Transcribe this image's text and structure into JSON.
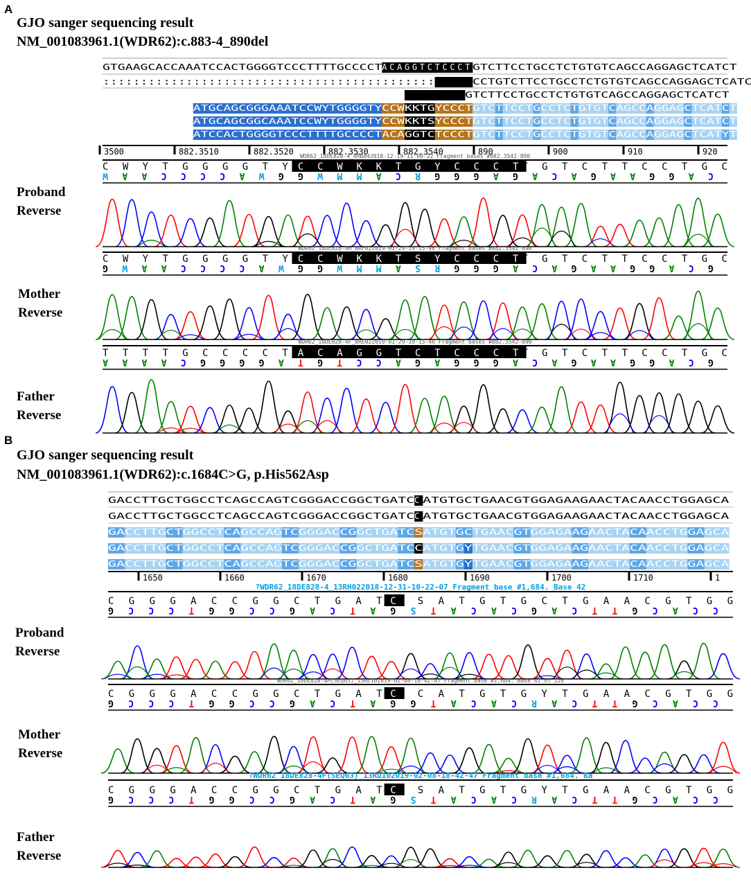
{
  "colors": {
    "A": "#008000",
    "C": "#0000ff",
    "G": "#000000",
    "T": "#ff0000",
    "ambig": "#00a0e0",
    "bar": "#000000",
    "hl_dark": "#2c6fcf",
    "hl_mid": "#5da7e8",
    "hl_light": "#a9d3f2",
    "hl_brown": "#b8741a",
    "hl_black": "#000000"
  },
  "panelA": {
    "letter": "A",
    "title_line1": "GJO sanger sequencing result",
    "title_line2": "NM_001083961.1(WDR62):c.883-4_890del",
    "alignment": {
      "rows": [
        "GTGAAGCACCAAATCCACTGGGGTCCCTTTTGCCCCTACAGGTCTCCCTGTCTTCCTGCCTCTGTGTCAGCCAGGAGCTCATCT",
        "::::::::::::::::::::::::::::::::::::::::::::GTCTCCCTGTCTTCCTGCCTCTGTGTCAGCCAGGAGCTCATCT",
        "GTCTCCCTGTCTTCCTGCCTCTGTGTCAGCCAGGAGCTCATCT",
        "ATGCAGCGGGAAATCCWYTGGGGTYCCWKKTGYCCCTGTCTTCCTGCCTCTGTGTCAGCCAGGAGCTCATCT",
        "ATGCAGCGGCAAATCCWYTGGGGTYCCWKKTSYCCCTGTCTTCCTGCCTCTGTGTCAGCCAGGAGCTCATCT",
        "ATCCACTGGGGTCCCTTTTGCCCCTACAGGTCTCCCTGTCTTCCTGCCTCTGTGTCAGCCAGGAGCTCATYT"
      ],
      "ruler": [
        "3500",
        "882.3510",
        "882.3520",
        "882.3530",
        "882.3540",
        "890",
        "900",
        "910",
        "920"
      ]
    },
    "tracks": [
      {
        "label1": "Proband",
        "label2": "Reverse",
        "header": "WDR62_18DE828-4_8RB042018-12-19-11-00-22 Fragment bases #882.3542-890",
        "bases": "CWYTGGGGTYCCWKKTGYCCCTGTCTTCCTGC",
        "revcomp": "WAACCCCAWGGWMMACRGGGAGACAGAAGGACG"
      },
      {
        "label1": "Mother",
        "label2": "Reverse",
        "header": "WDR62_18DE828-4M_8RF022019-01-29-19-15-46 Fragment bases #882.3542-890",
        "bases": "CWYTGGGGTYCCWKKTSYCCCTGTCTTCCTGC",
        "revcomp": "GWAACCCCAWGGWMMASRGGGACAGAAGGACG"
      },
      {
        "label1": "Father",
        "label2": "Reverse",
        "header": "WDR62_18DE828-4F_8RE022019-01-29-19-15-46 Fragment bases #882.3542-890",
        "bases": "TTTTGCCCCTACAGGTCTCCCTGTCTTCCTGC",
        "revcomp": "AAAACGGGGATGTCCAGAGGGACAGAAGGACG"
      }
    ]
  },
  "panelB": {
    "letter": "B",
    "title_line1": "GJO sanger sequencing result",
    "title_line2": "NM_001083961.1(WDR62):c.1684C>G, p.His562Asp",
    "alignment": {
      "rows": [
        "GACCTTGCTGGCCTCAGCCAGTCGGGACCGGCTGATCCATGTGCTGAACGTGGAGAAGAACTACAACCTGGAGCA",
        "GACCTTGCTGGCCTCAGCCAGTCGGGACCGGCTGATCCATGTGCTGAACGTGGAGAAGAACTACAACCTGGAGCA",
        "GACCTTGCTGGCCTCAGCCAGTCGGGACCGGCTGATCSATGTGCTGAACGTGGAGAAGAACTACAACCTGGAGCA",
        "GACCTTGCTGGCCTCAGCCAGTCGGGACCGGCTGATCCATGTGYTGAACGTGGAGAAGAACTACAACCTGGAGCA",
        "GACCTTGCTGGCCTCAGCCAGTCGGGACCGGCTGATCSATGTGYTGAACGTGGAGAAGAACTACAACCTGGAGCA"
      ],
      "ruler": [
        "1650",
        "1660",
        "1670",
        "1680",
        "1690",
        "1700",
        "1710",
        "1"
      ]
    },
    "tracks": [
      {
        "label1": "Proband",
        "label2": "Reverse",
        "header": "?WDR62_18DE828-4_13RH022018-12-31-10-22-07 Fragment base #1,684. Base 42",
        "bases": "CGGGACCGGCTGATCSATGTGCTGAACGTGG",
        "revcomp": "GCCCTGGCCGACTAGSTACACGACTTGCACC"
      },
      {
        "label1": "Mother",
        "label2": "Reverse",
        "header": "WDR62_18DE828-4M(SEQ63)_13RE102019-02-08-18-42-47 Fragment base #1,684. Base 42 of 126",
        "bases": "CGGGACCGGCTGATCCATGTGYTGAACGTGG",
        "revcomp": "GCCCTGGCCGACTAGGTACACRACTTGCACC"
      },
      {
        "label1": "Father",
        "label2": "Reverse",
        "header": "?WDR62_18DE828-4F(SEQ63)_13RD102019-02-08-18-42-47 Fragment base #1,684. Ba",
        "bases": "CGGGACCGGCTGATCSATGTGYTGAACGTGG",
        "revcomp": "GCCCTGGCCGACTAGSTACACRACTTGCACC"
      }
    ]
  }
}
